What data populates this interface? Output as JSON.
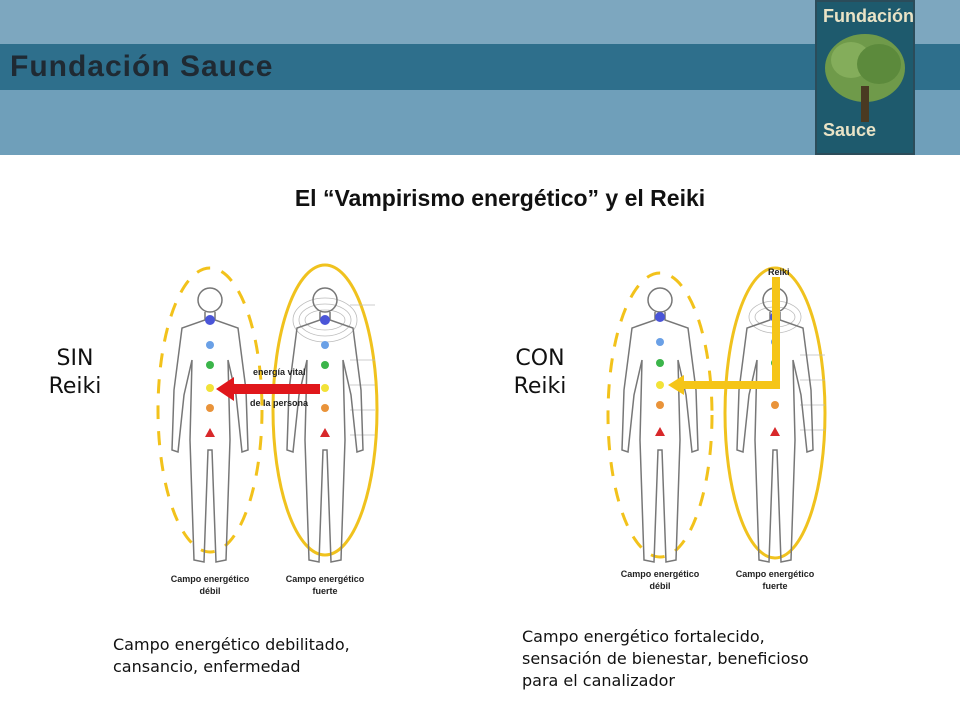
{
  "header": {
    "brand": "Fundación Sauce",
    "logo_top": "Fundación",
    "logo_bottom": "Sauce"
  },
  "title": "El “Vampirismo energético” y el Reiki",
  "left": {
    "label_line1": "SIN",
    "label_line2": "Reiki",
    "arrow_label_line1": "energía vital",
    "arrow_label_line2": "de la persona",
    "weak_field_line1": "Campo energético",
    "weak_field_line2": "débil",
    "strong_field_line1": "Campo energético",
    "strong_field_line2": "fuerte",
    "caption_line1": "Campo energético debilitado,",
    "caption_line2": "cansancio, enfermedad"
  },
  "right": {
    "label_line1": "CON",
    "label_line2": "Reiki",
    "reiki_label": "Reiki",
    "weak_field_line1": "Campo energético",
    "weak_field_line2": "débil",
    "strong_field_line1": "Campo energético",
    "strong_field_line2": "fuerte",
    "caption_line1": "Campo energético fortalecido,",
    "caption_line2": "sensación de bienestar, beneficioso",
    "caption_line3": "para el canalizador"
  },
  "colors": {
    "weak_aura": "#f2c21b",
    "strong_aura": "#f0c21e",
    "red_arrow": "#e0171b",
    "yellow_arrow": "#f5c518",
    "chakra_crown": "#4a55d8",
    "chakra_throat": "#6aa0e6",
    "chakra_heart": "#3bb54a",
    "chakra_plexus": "#f2e238",
    "chakra_sacral": "#e9933a",
    "chakra_root": "#d8282a"
  }
}
